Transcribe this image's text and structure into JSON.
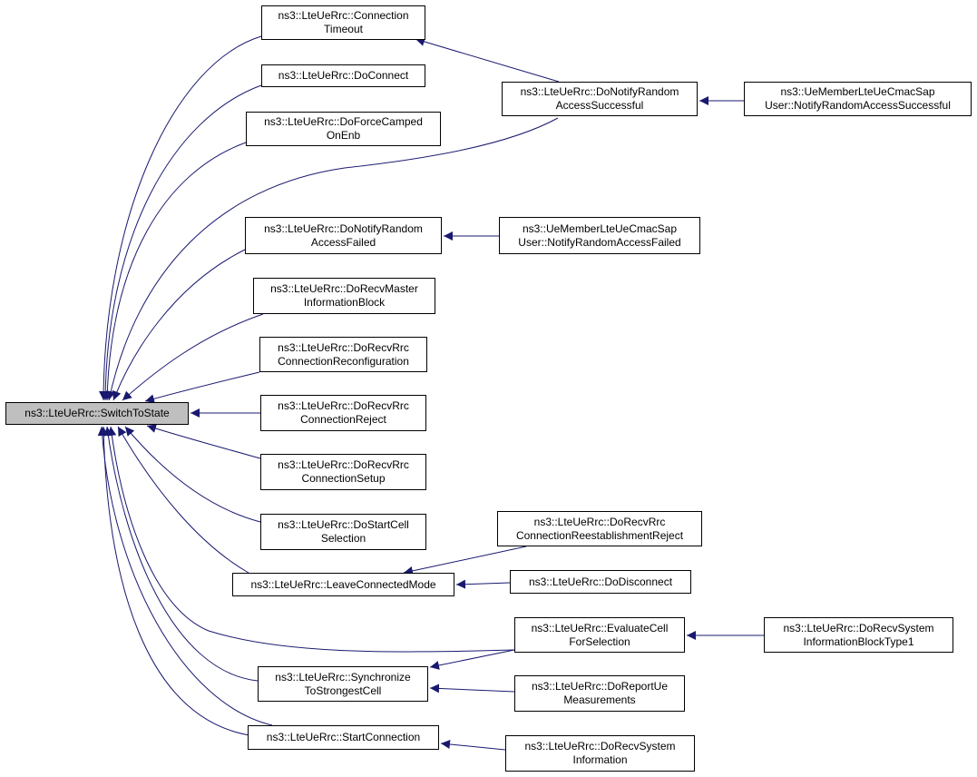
{
  "colors": {
    "edge": "#191970",
    "root_fill": "#bfbfbf",
    "node_fill": "#ffffff",
    "border": "#000000"
  },
  "nodes": {
    "switch_to_state": [
      "ns3::LteUeRrc::SwitchToState"
    ],
    "connection_timeout": [
      "ns3::LteUeRrc::Connection",
      "Timeout"
    ],
    "do_connect": [
      "ns3::LteUeRrc::DoConnect"
    ],
    "do_force_camped_on_enb": [
      "ns3::LteUeRrc::DoForceCamped",
      "OnEnb"
    ],
    "do_notify_random_access_successful": [
      "ns3::LteUeRrc::DoNotifyRandom",
      "AccessSuccessful"
    ],
    "ue_member_notify_random_access_successful": [
      "ns3::UeMemberLteUeCmacSap",
      "User::NotifyRandomAccessSuccessful"
    ],
    "do_notify_random_access_failed": [
      "ns3::LteUeRrc::DoNotifyRandom",
      "AccessFailed"
    ],
    "ue_member_notify_random_access_failed": [
      "ns3::UeMemberLteUeCmacSap",
      "User::NotifyRandomAccessFailed"
    ],
    "do_recv_master_information_block": [
      "ns3::LteUeRrc::DoRecvMaster",
      "InformationBlock"
    ],
    "do_recv_rrc_connection_reconfiguration": [
      "ns3::LteUeRrc::DoRecvRrc",
      "ConnectionReconfiguration"
    ],
    "do_recv_rrc_connection_reject": [
      "ns3::LteUeRrc::DoRecvRrc",
      "ConnectionReject"
    ],
    "do_recv_rrc_connection_setup": [
      "ns3::LteUeRrc::DoRecvRrc",
      "ConnectionSetup"
    ],
    "do_start_cell_selection": [
      "ns3::LteUeRrc::DoStartCell",
      "Selection"
    ],
    "do_recv_rrc_connection_reestablishment_reject": [
      "ns3::LteUeRrc::DoRecvRrc",
      "ConnectionReestablishmentReject"
    ],
    "leave_connected_mode": [
      "ns3::LteUeRrc::LeaveConnectedMode"
    ],
    "do_disconnect": [
      "ns3::LteUeRrc::DoDisconnect"
    ],
    "evaluate_cell_for_selection": [
      "ns3::LteUeRrc::EvaluateCell",
      "ForSelection"
    ],
    "do_recv_system_information_block_type1": [
      "ns3::LteUeRrc::DoRecvSystem",
      "InformationBlockType1"
    ],
    "synchronize_to_strongest_cell": [
      "ns3::LteUeRrc::Synchronize",
      "ToStrongestCell"
    ],
    "do_report_ue_measurements": [
      "ns3::LteUeRrc::DoReportUe",
      "Measurements"
    ],
    "start_connection": [
      "ns3::LteUeRrc::StartConnection"
    ],
    "do_recv_system_information": [
      "ns3::LteUeRrc::DoRecvSystem",
      "Information"
    ]
  },
  "edges": [
    {
      "from": "connection_timeout",
      "to": "switch_to_state"
    },
    {
      "from": "do_connect",
      "to": "switch_to_state"
    },
    {
      "from": "do_force_camped_on_enb",
      "to": "switch_to_state"
    },
    {
      "from": "do_notify_random_access_successful",
      "to": "switch_to_state"
    },
    {
      "from": "do_notify_random_access_successful",
      "to": "connection_timeout"
    },
    {
      "from": "ue_member_notify_random_access_successful",
      "to": "do_notify_random_access_successful"
    },
    {
      "from": "do_notify_random_access_failed",
      "to": "switch_to_state"
    },
    {
      "from": "ue_member_notify_random_access_failed",
      "to": "do_notify_random_access_failed"
    },
    {
      "from": "do_recv_master_information_block",
      "to": "switch_to_state"
    },
    {
      "from": "do_recv_rrc_connection_reconfiguration",
      "to": "switch_to_state"
    },
    {
      "from": "do_recv_rrc_connection_reject",
      "to": "switch_to_state"
    },
    {
      "from": "do_recv_rrc_connection_setup",
      "to": "switch_to_state"
    },
    {
      "from": "do_start_cell_selection",
      "to": "switch_to_state"
    },
    {
      "from": "leave_connected_mode",
      "to": "switch_to_state"
    },
    {
      "from": "do_recv_rrc_connection_reestablishment_reject",
      "to": "leave_connected_mode"
    },
    {
      "from": "do_disconnect",
      "to": "leave_connected_mode"
    },
    {
      "from": "evaluate_cell_for_selection",
      "to": "switch_to_state"
    },
    {
      "from": "evaluate_cell_for_selection",
      "to": "synchronize_to_strongest_cell"
    },
    {
      "from": "do_recv_system_information_block_type1",
      "to": "evaluate_cell_for_selection"
    },
    {
      "from": "synchronize_to_strongest_cell",
      "to": "switch_to_state"
    },
    {
      "from": "do_report_ue_measurements",
      "to": "synchronize_to_strongest_cell"
    },
    {
      "from": "start_connection",
      "to": "switch_to_state"
    },
    {
      "from": "do_recv_system_information",
      "to": "start_connection"
    }
  ]
}
